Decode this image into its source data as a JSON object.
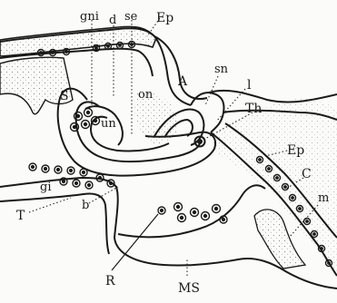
{
  "figure": {
    "labels": {
      "gni": "gni",
      "d": "d",
      "se": "se",
      "ep_top": "Ep",
      "a": "A",
      "on": "on",
      "sn": "sn",
      "l": "l",
      "th": "Th",
      "s": "S",
      "un": "un",
      "ep_right": "Ep",
      "c": "C",
      "gi": "gi",
      "m": "m",
      "t": "T",
      "b": "b",
      "r": "R",
      "ms": "MS"
    },
    "colors": {
      "ink": "#1a1a1a",
      "tissue": "#e9e9e2",
      "paper": "#fbfbf9"
    }
  }
}
